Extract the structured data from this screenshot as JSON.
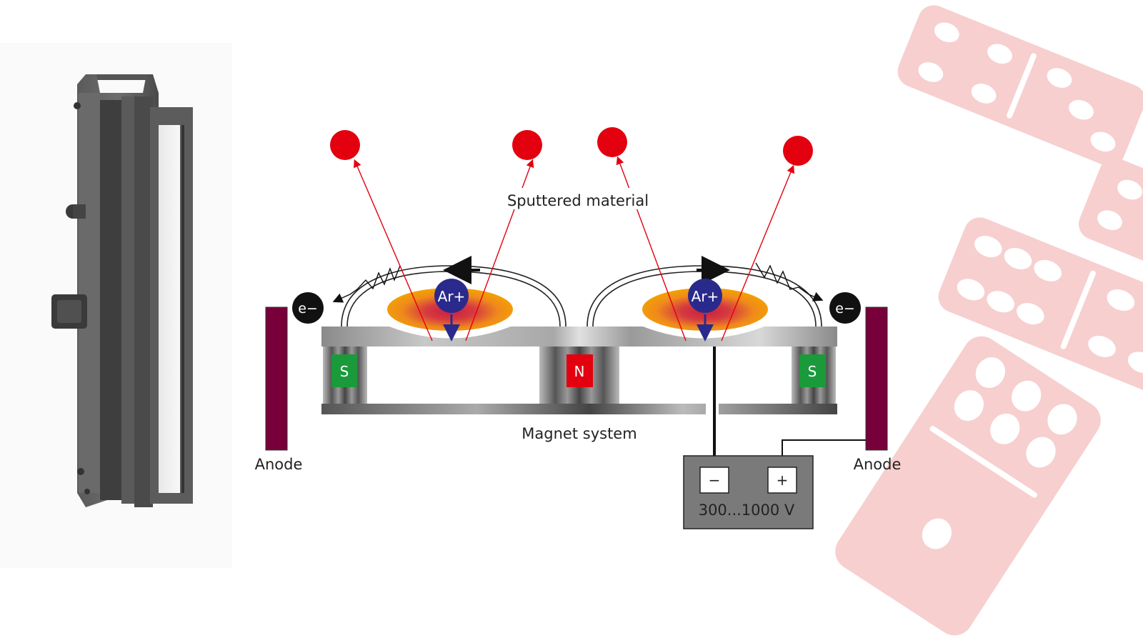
{
  "diagram": {
    "title": "Magnetron sputtering principle",
    "labels": {
      "sputtered_material": "Sputtered material",
      "magnet_system": "Magnet system",
      "anode_left": "Anode",
      "anode_right": "Anode",
      "voltage": "300...1000 V",
      "minus_terminal": "−",
      "plus_terminal": "+",
      "ion_left": "Ar+",
      "ion_right": "Ar+",
      "electron_left": "e−",
      "electron_right": "e−"
    },
    "magnets": [
      {
        "pole": "S",
        "color": "#1a9a3a"
      },
      {
        "pole": "N",
        "color": "#e3000f"
      },
      {
        "pole": "S",
        "color": "#1a9a3a"
      }
    ],
    "colors": {
      "sputtered_particle": "#e3000f",
      "ion": "#2a2a8c",
      "electron": "#111111",
      "anode": "#78003a",
      "plasma_outer": "#f4a300",
      "plasma_inner": "#d4224a",
      "power_supply": "#7a7a7a",
      "domino": "#f7c9c9"
    }
  },
  "product_image": {
    "description": "Linear magnetron sputtering cathode (grey metal housing)"
  },
  "background_decoration": {
    "description": "Faded pink dominoes",
    "dominoes": [
      {
        "pips": [
          4,
          3
        ]
      },
      {
        "pips": [
          6,
          3
        ]
      },
      {
        "pips": [
          6,
          1
        ]
      },
      {
        "pips": [
          3,
          0
        ]
      }
    ]
  }
}
